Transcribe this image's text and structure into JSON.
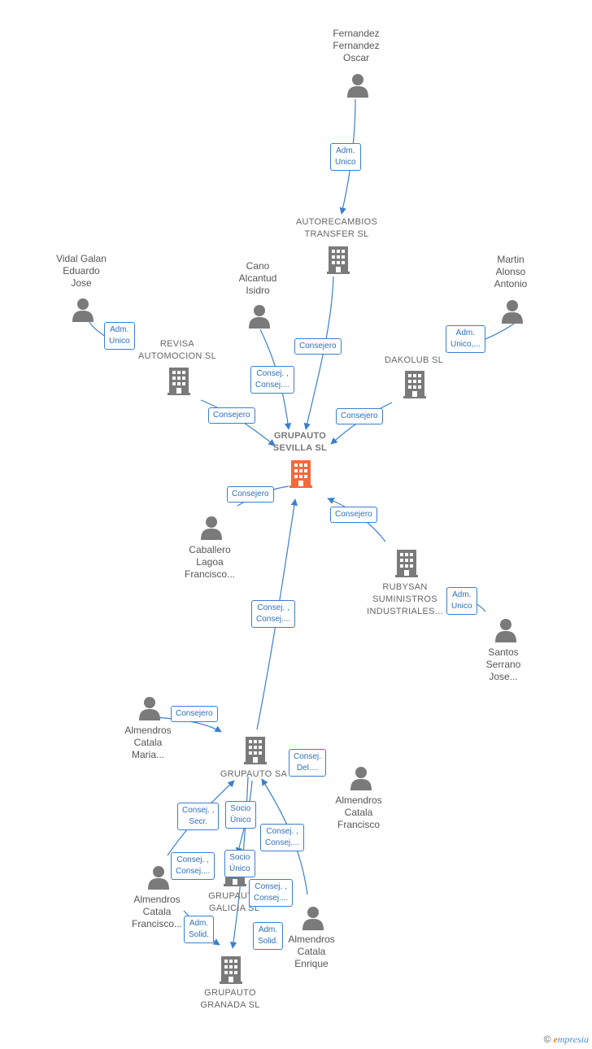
{
  "nodes": {
    "fernandez": {
      "label": "Fernandez\nFernandez\nOscar"
    },
    "autorecambios": {
      "label": "AUTORECAMBIOS\nTRANSFER SL"
    },
    "vidal": {
      "label": "Vidal Galan\nEduardo\nJose"
    },
    "cano": {
      "label": "Cano\nAlcantud\nIsidro"
    },
    "martin": {
      "label": "Martin\nAlonso\nAntonio"
    },
    "revisa": {
      "label": "REVISA\nAUTOMOCION SL"
    },
    "dakolub": {
      "label": "DAKOLUB  SL"
    },
    "grupauto_sevilla": {
      "label": "GRUPAUTO\nSEVILLA  SL"
    },
    "caballero": {
      "label": "Caballero\nLagoa\nFrancisco..."
    },
    "rubysan": {
      "label": "RUBYSAN\nSUMINISTROS\nINDUSTRIALES..."
    },
    "santos": {
      "label": "Santos\nSerrano\nJose..."
    },
    "almendros_maria": {
      "label": "Almendros\nCatala\nMaria..."
    },
    "grupauto_sa": {
      "label": "GRUPAUTO SA"
    },
    "almendros_francisco": {
      "label": "Almendros\nCatala\nFrancisco"
    },
    "almendros_francisco2": {
      "label": "Almendros\nCatala\nFrancisco..."
    },
    "grupauto_galicia": {
      "label": "GRUPAUTO\nGALICIA  SL"
    },
    "almendros_enrique": {
      "label": "Almendros\nCatala\nEnrique"
    },
    "grupauto_granada": {
      "label": "GRUPAUTO\nGRANADA  SL"
    }
  },
  "edges": [
    {
      "label": "Adm.\nUnico"
    },
    {
      "label": "Adm.\nUnico"
    },
    {
      "label": "Consejero"
    },
    {
      "label": "Consej. ,\nConsej...."
    },
    {
      "label": "Adm.\nUnico,..."
    },
    {
      "label": "Consejero"
    },
    {
      "label": "Consejero"
    },
    {
      "label": "Consejero"
    },
    {
      "label": "Consejero"
    },
    {
      "label": "Adm.\nUnico"
    },
    {
      "label": "Consej. ,\nConsej...."
    },
    {
      "label": "Consejero"
    },
    {
      "label": "Consej.\nDel...."
    },
    {
      "label": "Consej. ,\nSecr."
    },
    {
      "label": "Socio\nÚnico"
    },
    {
      "label": "Consej. ,\nConsej...."
    },
    {
      "label": "Consej. ,\nConsej...."
    },
    {
      "label": "Socio\nÚnico"
    },
    {
      "label": "Consej. ,\nConsej...."
    },
    {
      "label": "Adm.\nSolid."
    },
    {
      "label": "Adm.\nSolid."
    }
  ],
  "colors": {
    "edge": "#3a7fd0",
    "icon": "#7a7a7a",
    "focus": "#f26a3a"
  },
  "brand": {
    "symbol": "©",
    "initial": "e",
    "rest": "mpresia"
  }
}
